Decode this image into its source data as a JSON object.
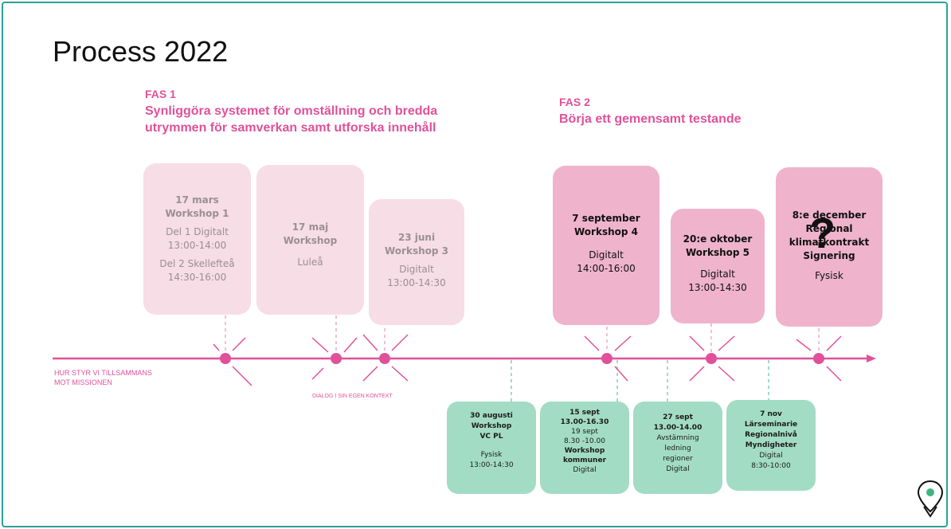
{
  "title": "Process 2022",
  "fas1": {
    "label": "FAS 1",
    "line1": "Synliggöra systemet för omställning och bredda",
    "line2": "utrymmen för samverkan samt utforska innehåll"
  },
  "fas2": {
    "label": "FAS 2",
    "line1": "Börja ett gemensamt testande"
  },
  "timeline_label": {
    "line1": "HUR STYR VI TILLSAMMANS",
    "line2": "MOT MISSIONEN"
  },
  "dialog_label": "DIALOG I SIN EGEN KONTEXT",
  "workshops": [
    {
      "lines": [
        "17 mars",
        "Workshop 1",
        "Del 1 Digitalt",
        "13:00-14:00",
        "Del 2 Skellefteå",
        "14:30-16:00"
      ]
    },
    {
      "lines": [
        "17 maj",
        "Workshop",
        "Luleå"
      ]
    },
    {
      "lines": [
        "23 juni",
        "Workshop 3",
        "Digitalt",
        "13:00-14:30"
      ]
    },
    {
      "lines": [
        "7 september",
        "Workshop 4",
        "Digitalt",
        "14:00-16:00"
      ]
    },
    {
      "lines": [
        "20:e oktober",
        "Workshop 5",
        "Digitalt",
        "13:00-14:30"
      ]
    },
    {
      "lines": [
        "8:e december",
        "Regional",
        "klimatkontrakt",
        "Signering",
        "Fysisk"
      ],
      "question_mark": "?"
    }
  ],
  "green_boxes": [
    {
      "lines": [
        "30 augusti",
        "Workshop",
        "VC PL",
        "Fysisk",
        "13:00-14:30"
      ]
    },
    {
      "lines": [
        "15 sept",
        "13.00-16.30",
        "19 sept",
        "8.30 -10.00",
        "Workshop",
        "kommuner",
        "Digital"
      ]
    },
    {
      "lines": [
        "27 sept",
        "13.00-14.00",
        "Avstämning",
        "ledning",
        "regioner",
        "Digital"
      ]
    },
    {
      "lines": [
        "7 nov",
        "Lärseminarie",
        "Regionalnivå",
        "Myndigheter",
        "Digital",
        "8:30-10:00"
      ]
    }
  ],
  "colors": {
    "pink": "#e0519a",
    "light_pink": "#f6dde6",
    "mid_pink": "#efb3cc",
    "green": "#a3dcc5",
    "frame": "#2aa198"
  },
  "icons": [
    "location-pin-icon"
  ]
}
